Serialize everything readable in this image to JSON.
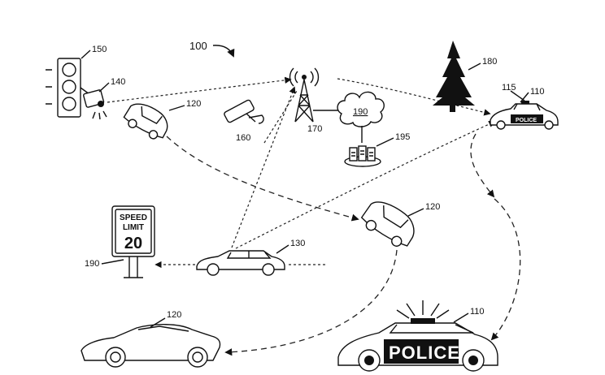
{
  "figure": {
    "system_ref": "100",
    "refs": {
      "traffic_light": "150",
      "traffic_camera": "140",
      "vehicle_top_left": "120",
      "surveillance_camera": "160",
      "tower": "170",
      "cloud": "190",
      "servers": "195",
      "tree": "180",
      "police_small_device": "115",
      "police_small": "110",
      "vehicle_middle_right": "120",
      "car_center": "130",
      "speed_sign": "190",
      "sports_car": "120",
      "police_big": "110"
    },
    "speed_sign": {
      "line1": "SPEED",
      "line2": "LIMIT",
      "value": "20"
    },
    "police_labels": {
      "small": "POLICE",
      "big": "POLICE"
    }
  }
}
